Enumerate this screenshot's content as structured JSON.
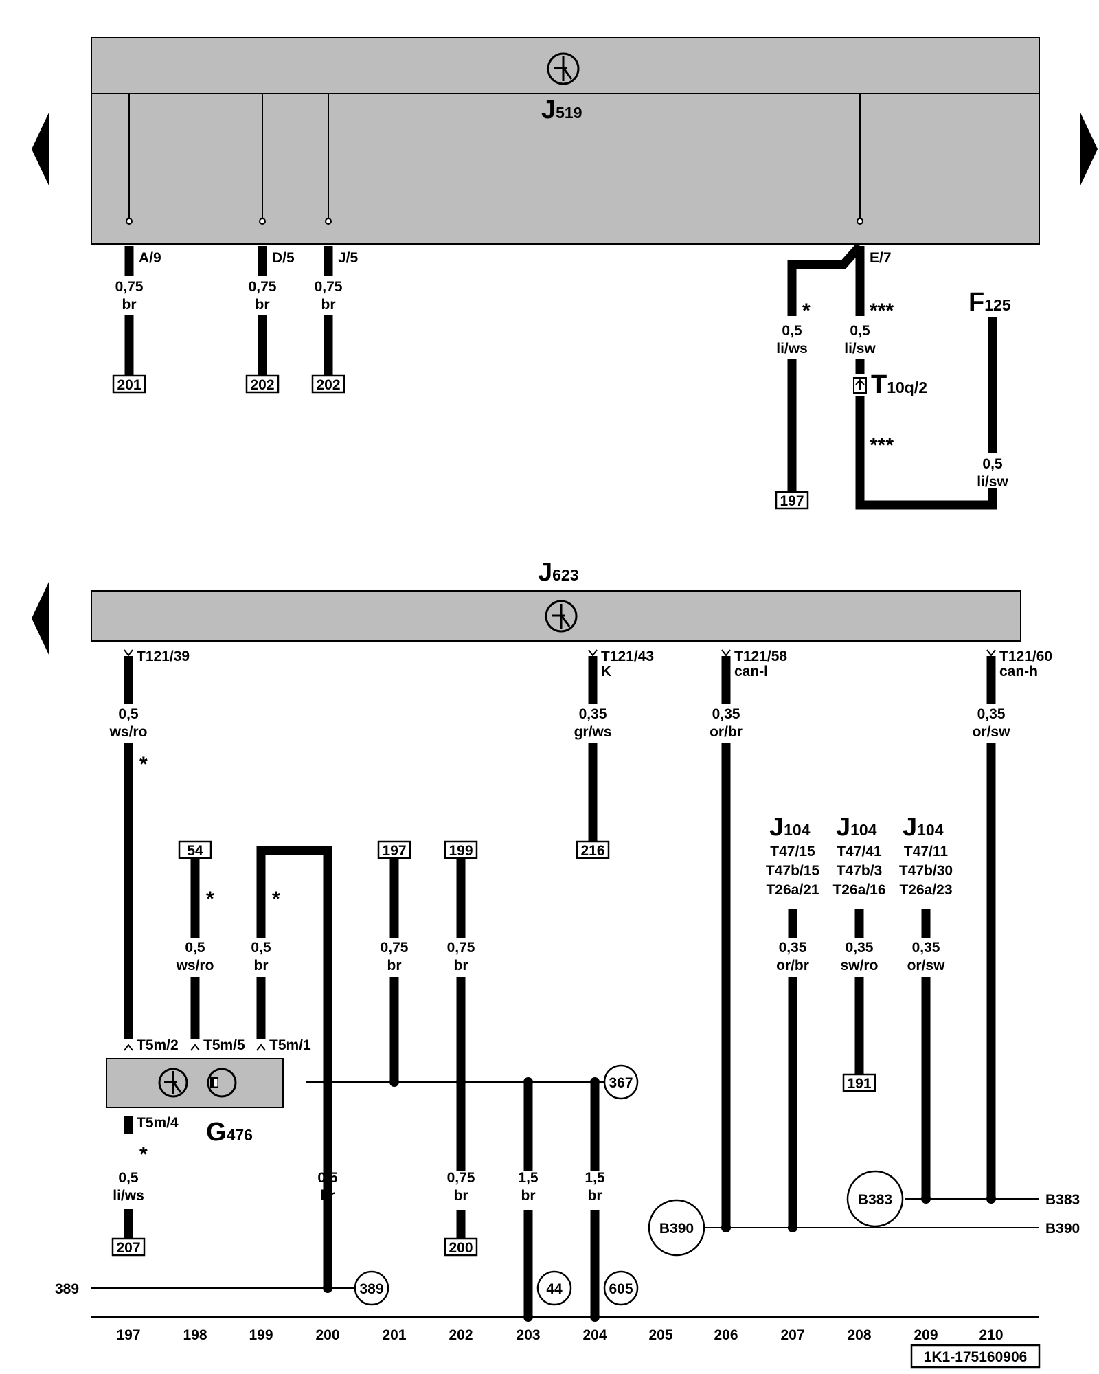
{
  "top": {
    "name": "J",
    "sub": "519",
    "pins": [
      "A/9",
      "D/5",
      "J/5",
      "E/7"
    ],
    "sizes": [
      "0,75",
      "0,75",
      "0,75",
      "0,5",
      "0,5",
      "0,5"
    ],
    "colors": [
      "br",
      "br",
      "br",
      "li/ws",
      "li/sw",
      "li/sw"
    ],
    "refs": [
      "201",
      "202",
      "202",
      "197"
    ],
    "stars": [
      "*",
      "***",
      "***"
    ],
    "fuse": {
      "name": "F",
      "sub": "125"
    },
    "conn": {
      "name": "T",
      "sub": "10q/2"
    }
  },
  "bottom": {
    "ecu": {
      "name": "J",
      "sub": "623"
    },
    "pins": [
      "T121/39",
      "T121/43",
      "T121/58",
      "T121/60"
    ],
    "pin_notes": [
      "K",
      "can-l",
      "can-h"
    ],
    "wire_sizes": [
      "0,5",
      "0,35",
      "0,35",
      "0,35",
      "0,5",
      "0,5",
      "0,75",
      "0,75",
      "0,35",
      "0,35",
      "0,35",
      "0,5",
      "0,5",
      "0,75",
      "1,5",
      "1,5"
    ],
    "wire_colors": [
      "ws/ro",
      "gr/ws",
      "or/br",
      "or/sw",
      "ws/ro",
      "br",
      "br",
      "br",
      "or/br",
      "sw/ro",
      "or/sw",
      "li/ws",
      "br",
      "br",
      "br",
      "br"
    ],
    "refs": [
      "216",
      "54",
      "197",
      "199",
      "191",
      "207",
      "200"
    ],
    "stars": [
      "*",
      "*",
      "*",
      "*"
    ],
    "j104": [
      {
        "name": "J",
        "sub": "104",
        "lines": [
          "T47/15",
          "T47b/15",
          "T26a/21"
        ]
      },
      {
        "name": "J",
        "sub": "104",
        "lines": [
          "T47/41",
          "T47b/3",
          "T26a/16"
        ]
      },
      {
        "name": "J",
        "sub": "104",
        "lines": [
          "T47/11",
          "T47b/30",
          "T26a/23"
        ]
      }
    ],
    "sensor": {
      "name": "G",
      "sub": "476",
      "pins": [
        "T5m/2",
        "T5m/5",
        "T5m/1",
        "T5m/4"
      ]
    },
    "circles": [
      "367",
      "389",
      "44",
      "605",
      "B390",
      "B383"
    ],
    "bus_labels": [
      "B383",
      "B390",
      "389"
    ]
  },
  "footer": {
    "columns": [
      "197",
      "198",
      "199",
      "200",
      "201",
      "202",
      "203",
      "204",
      "205",
      "206",
      "207",
      "208",
      "209",
      "210"
    ],
    "code": "1K1-175160906"
  },
  "icons": [
    "nav-left-arrow-icon",
    "nav-right-arrow-icon",
    "control-unit-symbol-icon",
    "sensor-symbol-icon",
    "connector-icon"
  ]
}
